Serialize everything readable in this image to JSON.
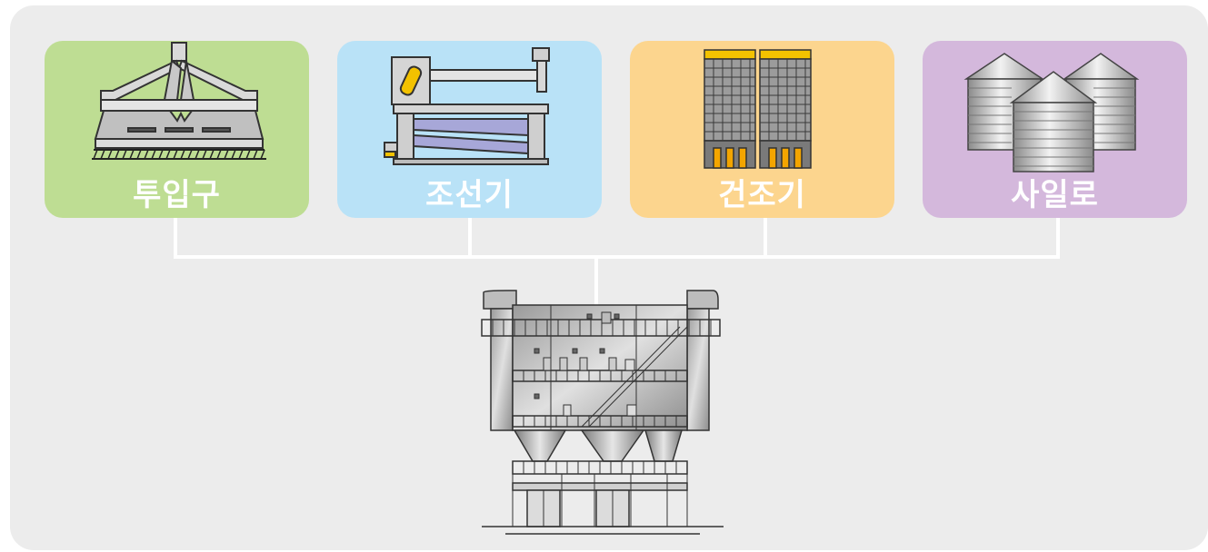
{
  "stages": [
    {
      "key": "intake",
      "label": "투입구",
      "icon": "intake-hopper-icon",
      "color": "#bedd93"
    },
    {
      "key": "cleaner",
      "label": "조선기",
      "icon": "grain-cleaner-icon",
      "color": "#b9e2f7"
    },
    {
      "key": "dryer",
      "label": "건조기",
      "icon": "grain-dryer-icon",
      "color": "#fcd58e"
    },
    {
      "key": "silo",
      "label": "사일로",
      "icon": "silo-icon",
      "color": "#d4b8dc"
    }
  ],
  "facility": {
    "icon": "processing-facility-icon"
  },
  "panel_color": "#ececec",
  "connector_color": "#ffffff"
}
